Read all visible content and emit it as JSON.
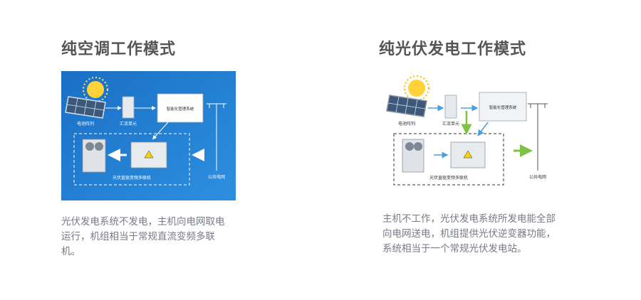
{
  "left": {
    "title": "纯空调工作模式",
    "labels": {
      "solar_array": "电池阵列",
      "combiner": "汇流单元",
      "smart_mgmt": "智能化管理系统",
      "unit": "光伏直驱变频多联机",
      "grid": "公共电网"
    },
    "description": "光伏发电系统不发电，主机向电网取电运行，机组相当于常规直流变频多联机。",
    "colors": {
      "background": "#1f7fd1",
      "arrow": "#ffffff"
    }
  },
  "right": {
    "title": "纯光伏发电工作模式",
    "labels": {
      "solar_array": "电池阵列",
      "combiner": "汇流单元",
      "smart_mgmt": "智能化管理系统",
      "unit": "光伏直驱变频多联机",
      "grid": "公共电网"
    },
    "description": "主机不工作，光伏发电系统所发电能全部向电网送电，机组提供光伏逆变器功能，系统相当于一个常规光伏发电站。",
    "colors": {
      "background": "#ffffff",
      "arrow_blue": "#4a9fe0",
      "arrow_green": "#7dc242"
    }
  }
}
